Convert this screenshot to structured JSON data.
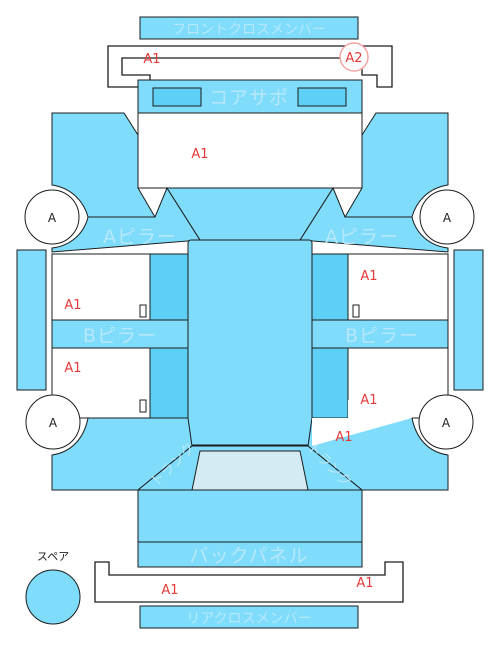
{
  "parts": {
    "front_cross_member": "フロントクロスメンバー",
    "core_support": "コアサポ",
    "a_pillar_left": "Aピラー",
    "a_pillar_right": "Aピラー",
    "b_pillar_left": "Bピラー",
    "b_pillar_right": "Bピラー",
    "trunk_left": "トランク",
    "trunk_right": "トランク",
    "back_panel": "バックパネル",
    "rear_cross_member": "リアクロスメンバー"
  },
  "tires": {
    "front_left": "A",
    "front_right": "A",
    "rear_left": "A",
    "rear_right": "A"
  },
  "marks": {
    "front_member_left": "A1",
    "front_member_right": "A2",
    "hood": "A1",
    "right_front_door": "A1",
    "left_front_door": "A1",
    "left_rear_door": "A1",
    "right_rear_door": "A1",
    "right_rear_quarter": "A1",
    "rear_member_left": "A1",
    "rear_member_right": "A1"
  },
  "legend": {
    "spare_label": "スペア"
  },
  "colors": {
    "body_panel": "#7fdcfb",
    "mark_text": "#e63a3a",
    "mark_circle": "#f4a3a3"
  }
}
